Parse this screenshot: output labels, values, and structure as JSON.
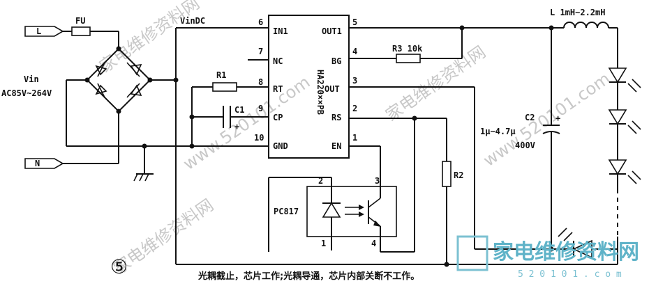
{
  "labels": {
    "input_l": "L",
    "input_n": "N",
    "fuse": "FU",
    "vin": "Vin",
    "vin_range": "AC85V~264V",
    "vindc": "VinDC",
    "chip": "HA220××PB",
    "r1": "R1",
    "c1": "C1",
    "r3": "R3 10k",
    "r2": "R2",
    "optocoupler": "PC817",
    "inductor": "L 1mH~2.2mH",
    "c2": "C2",
    "c2_value": "1μ~4.7μ",
    "c2_voltage": "400V",
    "figure_number": "⑤",
    "caption": "光耦截止，芯片工作;光耦导通，芯片内部关断不工作。"
  },
  "chip_pins": {
    "in1": {
      "num": "6",
      "name": "IN1"
    },
    "nc": {
      "num": "7",
      "name": "NC"
    },
    "rt": {
      "num": "8",
      "name": "RT"
    },
    "cp": {
      "num": "9",
      "name": "CP"
    },
    "gnd": {
      "num": "10",
      "name": "GND"
    },
    "out1": {
      "num": "5",
      "name": "OUT1"
    },
    "bg": {
      "num": "4",
      "name": "BG"
    },
    "out": {
      "num": "3",
      "name": "OUT"
    },
    "rs": {
      "num": "2",
      "name": "RS"
    },
    "en": {
      "num": "1",
      "name": "EN"
    }
  },
  "opto_pins": {
    "p1": "1",
    "p2": "2",
    "p3": "3",
    "p4": "4"
  },
  "watermark": {
    "text": "家电维修资料网",
    "url": "5 2 0 1 0 1 . c o m",
    "diag_url": "www.520101.com"
  }
}
